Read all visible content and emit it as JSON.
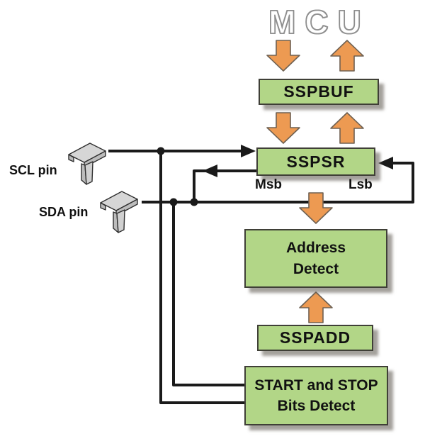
{
  "diagram": {
    "mcu_label": "MCU",
    "pins": {
      "scl": "SCL pin",
      "sda": "SDA pin"
    },
    "blocks": {
      "sspbuf": "SSPBUF",
      "sspsr": "SSPSR",
      "address_detect_line1": "Address",
      "address_detect_line2": "Detect",
      "sspadd": "SSPADD",
      "start_stop_line1": "START and STOP",
      "start_stop_line2": "Bits Detect"
    },
    "bit_labels": {
      "msb": "Msb",
      "lsb": "Lsb"
    },
    "icons": {
      "scl_pin": "t-pin-3d-icon",
      "sda_pin": "t-pin-3d-icon"
    },
    "colors": {
      "block_fill": "#B2D687",
      "block_border": "#3F3F37",
      "arrow_fill": "#ED9A52",
      "arrow_border": "#6F6152",
      "wire": "#1A1A1A"
    }
  }
}
